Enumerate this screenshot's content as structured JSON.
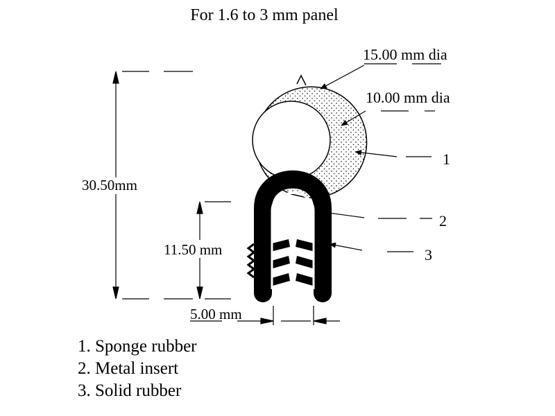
{
  "title": "For 1.6 to 3 mm panel",
  "dimensions": {
    "outer_dia": "15.00 mm  dia",
    "inner_dia": "10.00 mm dia",
    "total_height": "30.50mm",
    "u_height": "11.50 mm",
    "width": "5.00 mm"
  },
  "callouts": [
    "1",
    "2",
    "3"
  ],
  "legend": [
    "1. Sponge rubber",
    "2. Metal insert",
    "3. Solid rubber"
  ]
}
